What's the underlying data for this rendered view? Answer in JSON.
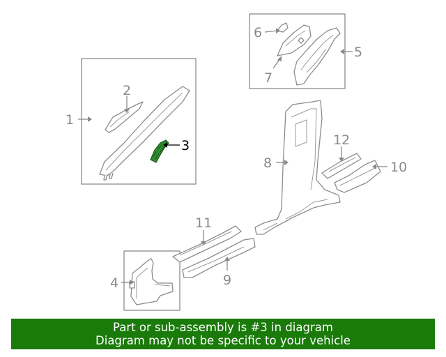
{
  "callouts": {
    "c1": "1",
    "c2": "2",
    "c3": "3",
    "c4": "4",
    "c5": "5",
    "c6": "6",
    "c7": "7",
    "c8": "8",
    "c9": "9",
    "c10": "10",
    "c11": "11",
    "c12": "12"
  },
  "highlight_part": "3",
  "colors": {
    "banner_bg": "#1a7a0a",
    "highlight_fill": "#2f8a2f",
    "line_gray": "#8c8c8c"
  },
  "banner": {
    "line1": "Part or sub-assembly is #3 in diagram",
    "line2": "Diagram may not be specific to your vehicle"
  }
}
